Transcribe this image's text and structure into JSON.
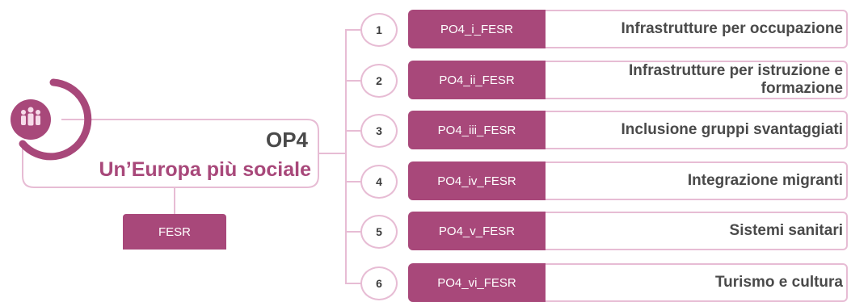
{
  "objective": {
    "code": "OP4",
    "title": "Un’Europa più sociale",
    "logo_icon": "people-group-icon",
    "fund": "FESR"
  },
  "priorities": [
    {
      "number": "1",
      "code": "PO4_i_FESR",
      "label": "Infrastrutture per occupazione"
    },
    {
      "number": "2",
      "code": "PO4_ii_FESR",
      "label": "Infrastrutture per istruzione e\nformazione"
    },
    {
      "number": "3",
      "code": "PO4_iii_FESR",
      "label": "Inclusione gruppi svantaggiati"
    },
    {
      "number": "4",
      "code": "PO4_iv_FESR",
      "label": "Integrazione migranti"
    },
    {
      "number": "5",
      "code": "PO4_v_FESR",
      "label": "Sistemi sanitari"
    },
    {
      "number": "6",
      "code": "PO4_vi_FESR",
      "label": "Turismo e cultura"
    }
  ],
  "colors": {
    "accent": "#a8487a",
    "accent_light": "#e7bcd4",
    "text_dark": "#4a4a4a"
  }
}
